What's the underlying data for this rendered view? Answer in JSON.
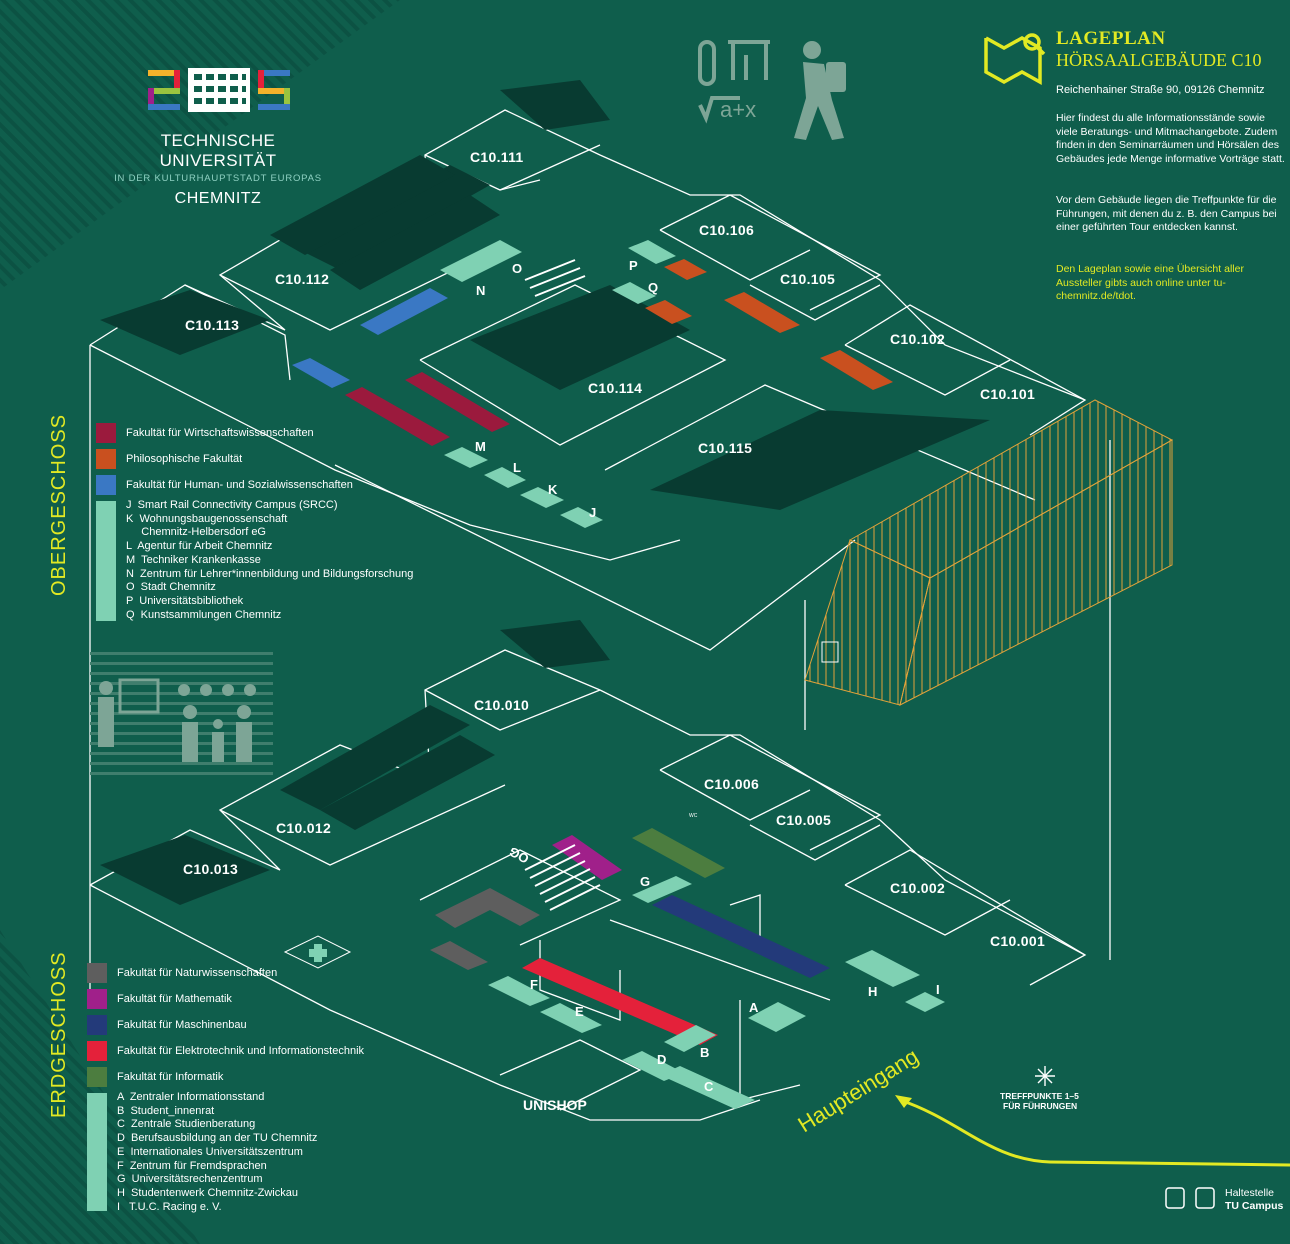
{
  "header": {
    "title": "LAGEPLAN",
    "subtitle": "HÖRSAALGEBÄUDE C10",
    "address": "Reichenhainer Straße 90, 09126 Chemnitz",
    "para1": "Hier findest du alle Informationsstände sowie viele Beratungs- und Mitmachangebote. Zudem finden in den Seminarräumen und Hörsälen des Gebäudes jede Menge informative Vorträge statt.",
    "para2": "Vor dem Gebäude liegen die Treffpunkte für die Führungen, mit denen du z. B. den Campus bei einer geführten Tour entdecken kannst.",
    "para3": "Den Lageplan sowie eine Übersicht aller Aussteller gibts auch online unter tu-chemnitz.de/tdot."
  },
  "logo": {
    "line1": "TECHNISCHE UNIVERSITÄT",
    "line2": "IN DER KULTURHAUPTSTADT EUROPAS",
    "line3": "CHEMNITZ"
  },
  "floors": {
    "upper": "OBERGESCHOSS",
    "ground": "ERDGESCHOSS"
  },
  "colors": {
    "background": "#0f5e4c",
    "yellow": "#e2e923",
    "wiwi": "#9b1a3d",
    "phil": "#c9501f",
    "hsw": "#3a78c4",
    "mint": "#7fd1b3",
    "nat": "#5e5e5e",
    "math": "#a0208a",
    "mb": "#233a7a",
    "et": "#e4213a",
    "inf": "#4c7d3f",
    "dark": "#083b31"
  },
  "upper_legend": {
    "faculties": [
      {
        "label": "Fakultät für Wirtschaftswissenschaften",
        "color": "#9b1a3d"
      },
      {
        "label": "Philosophische Fakultät",
        "color": "#c9501f"
      },
      {
        "label": "Fakultät für Human- und Sozialwissenschaften",
        "color": "#3a78c4"
      }
    ],
    "list": "J  Smart Rail Connectivity Campus (SRCC)\nK  Wohnungsbaugenossenschaft\n     Chemnitz-Helbersdorf eG\nL  Agentur für Arbeit Chemnitz\nM  Techniker Krankenkasse\nN  Zentrum für Lehrer*innenbildung und Bildungsforschung\nO  Stadt Chemnitz\nP  Universitätsbibliothek\nQ  Kunstsammlungen Chemnitz"
  },
  "ground_legend": {
    "faculties": [
      {
        "label": "Fakultät für Naturwissenschaften",
        "color": "#5e5e5e"
      },
      {
        "label": "Fakultät für Mathematik",
        "color": "#a0208a"
      },
      {
        "label": "Fakultät für Maschinenbau",
        "color": "#233a7a"
      },
      {
        "label": "Fakultät für Elektrotechnik und Informationstechnik",
        "color": "#e4213a"
      },
      {
        "label": "Fakultät für Informatik",
        "color": "#4c7d3f"
      }
    ],
    "list": "A  Zentraler Informationsstand\nB  Student_innenrat\nC  Zentrale Studienberatung\nD  Berufsausbildung an der TU Chemnitz\nE  Internationales Universitätszentrum\nF  Zentrum für Fremdsprachen\nG  Universitätsrechenzentrum\nH  Studentenwerk Chemnitz-Zwickau\nI   T.U.C. Racing e. V."
  },
  "rooms_upper": [
    "C10.111",
    "C10.112",
    "C10.113",
    "C10.114",
    "C10.115",
    "C10.106",
    "C10.105",
    "C10.102",
    "C10.101"
  ],
  "rooms_ground": [
    "C10.010",
    "C10.012",
    "C10.013",
    "C10.006",
    "C10.005",
    "C10.002",
    "C10.001"
  ],
  "letters_upper": [
    "J",
    "K",
    "L",
    "M",
    "N",
    "O",
    "P",
    "Q"
  ],
  "letters_ground": [
    "A",
    "B",
    "C",
    "D",
    "E",
    "F",
    "G",
    "H",
    "I"
  ],
  "labels": {
    "unishop": "UNISHOP",
    "entrance": "Haupteingang",
    "og": "OG",
    "meeting_line1": "TREFFPUNKTE 1–5",
    "meeting_line2": "FÜR FÜHRUNGEN",
    "stop_line1": "Haltestelle",
    "stop_line2": "TU Campus",
    "wc": "WC"
  }
}
